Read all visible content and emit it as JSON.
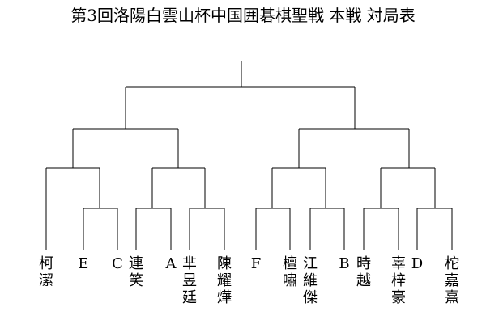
{
  "title": "第3回洛陽白雲山杯中国囲碁棋聖戦 本戦 対局表",
  "players": [
    "柯潔",
    "E",
    "C",
    "連笑",
    "A",
    "芈昱廷",
    "陳耀燁",
    "F",
    "檀嘯",
    "江維傑",
    "B",
    "時越",
    "辜梓豪",
    "D",
    "柁嘉熹"
  ]
}
